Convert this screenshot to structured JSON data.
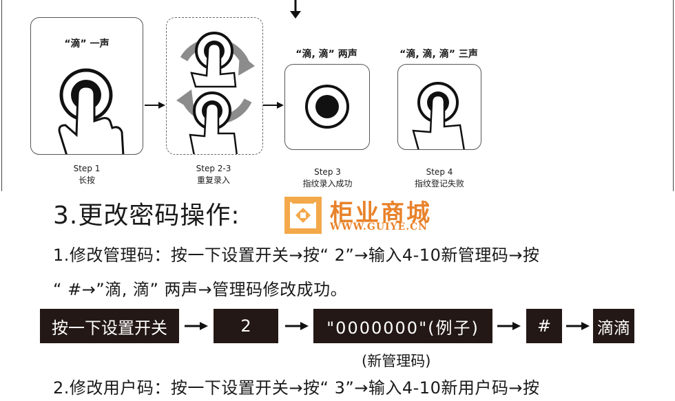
{
  "steps": [
    {
      "caption": "“滴” 一声",
      "label_en": "Step 1",
      "label_zh": "长按"
    },
    {
      "caption": "",
      "label_en": "Step 2-3",
      "label_zh": "重复录入"
    },
    {
      "caption": "“滴, 滴” 两声",
      "label_en": "Step 3",
      "label_zh": "指纹录入成功"
    },
    {
      "caption": "“滴, 滴, 滴” 三声",
      "label_en": "Step 4",
      "label_zh": "指纹登记失败"
    }
  ],
  "section": {
    "title": "3.更改密码操作:"
  },
  "logo": {
    "name": "柜业商城",
    "url": "WWW.GUIYE.CN",
    "color": "#e8822a"
  },
  "instructions": {
    "line1": "1.修改管理码：按一下设置开关→按“ 2”→输入4-10新管理码→按",
    "line2": "“ #→”滴, 滴” 两声→管理码修改成功。",
    "line3": "2.修改用户码：按一下设置开关→按“ 3”→输入4-10新用户码→按"
  },
  "flow": {
    "boxes": [
      "按一下设置开关",
      "2",
      "\"0000000\"(例子)",
      "#",
      "滴滴"
    ],
    "note": "(新管理码)"
  },
  "colors": {
    "box_bg": "#231815",
    "border": "#555555",
    "accent": "#e8822a",
    "gray_arrow": "#8c8c8c"
  }
}
